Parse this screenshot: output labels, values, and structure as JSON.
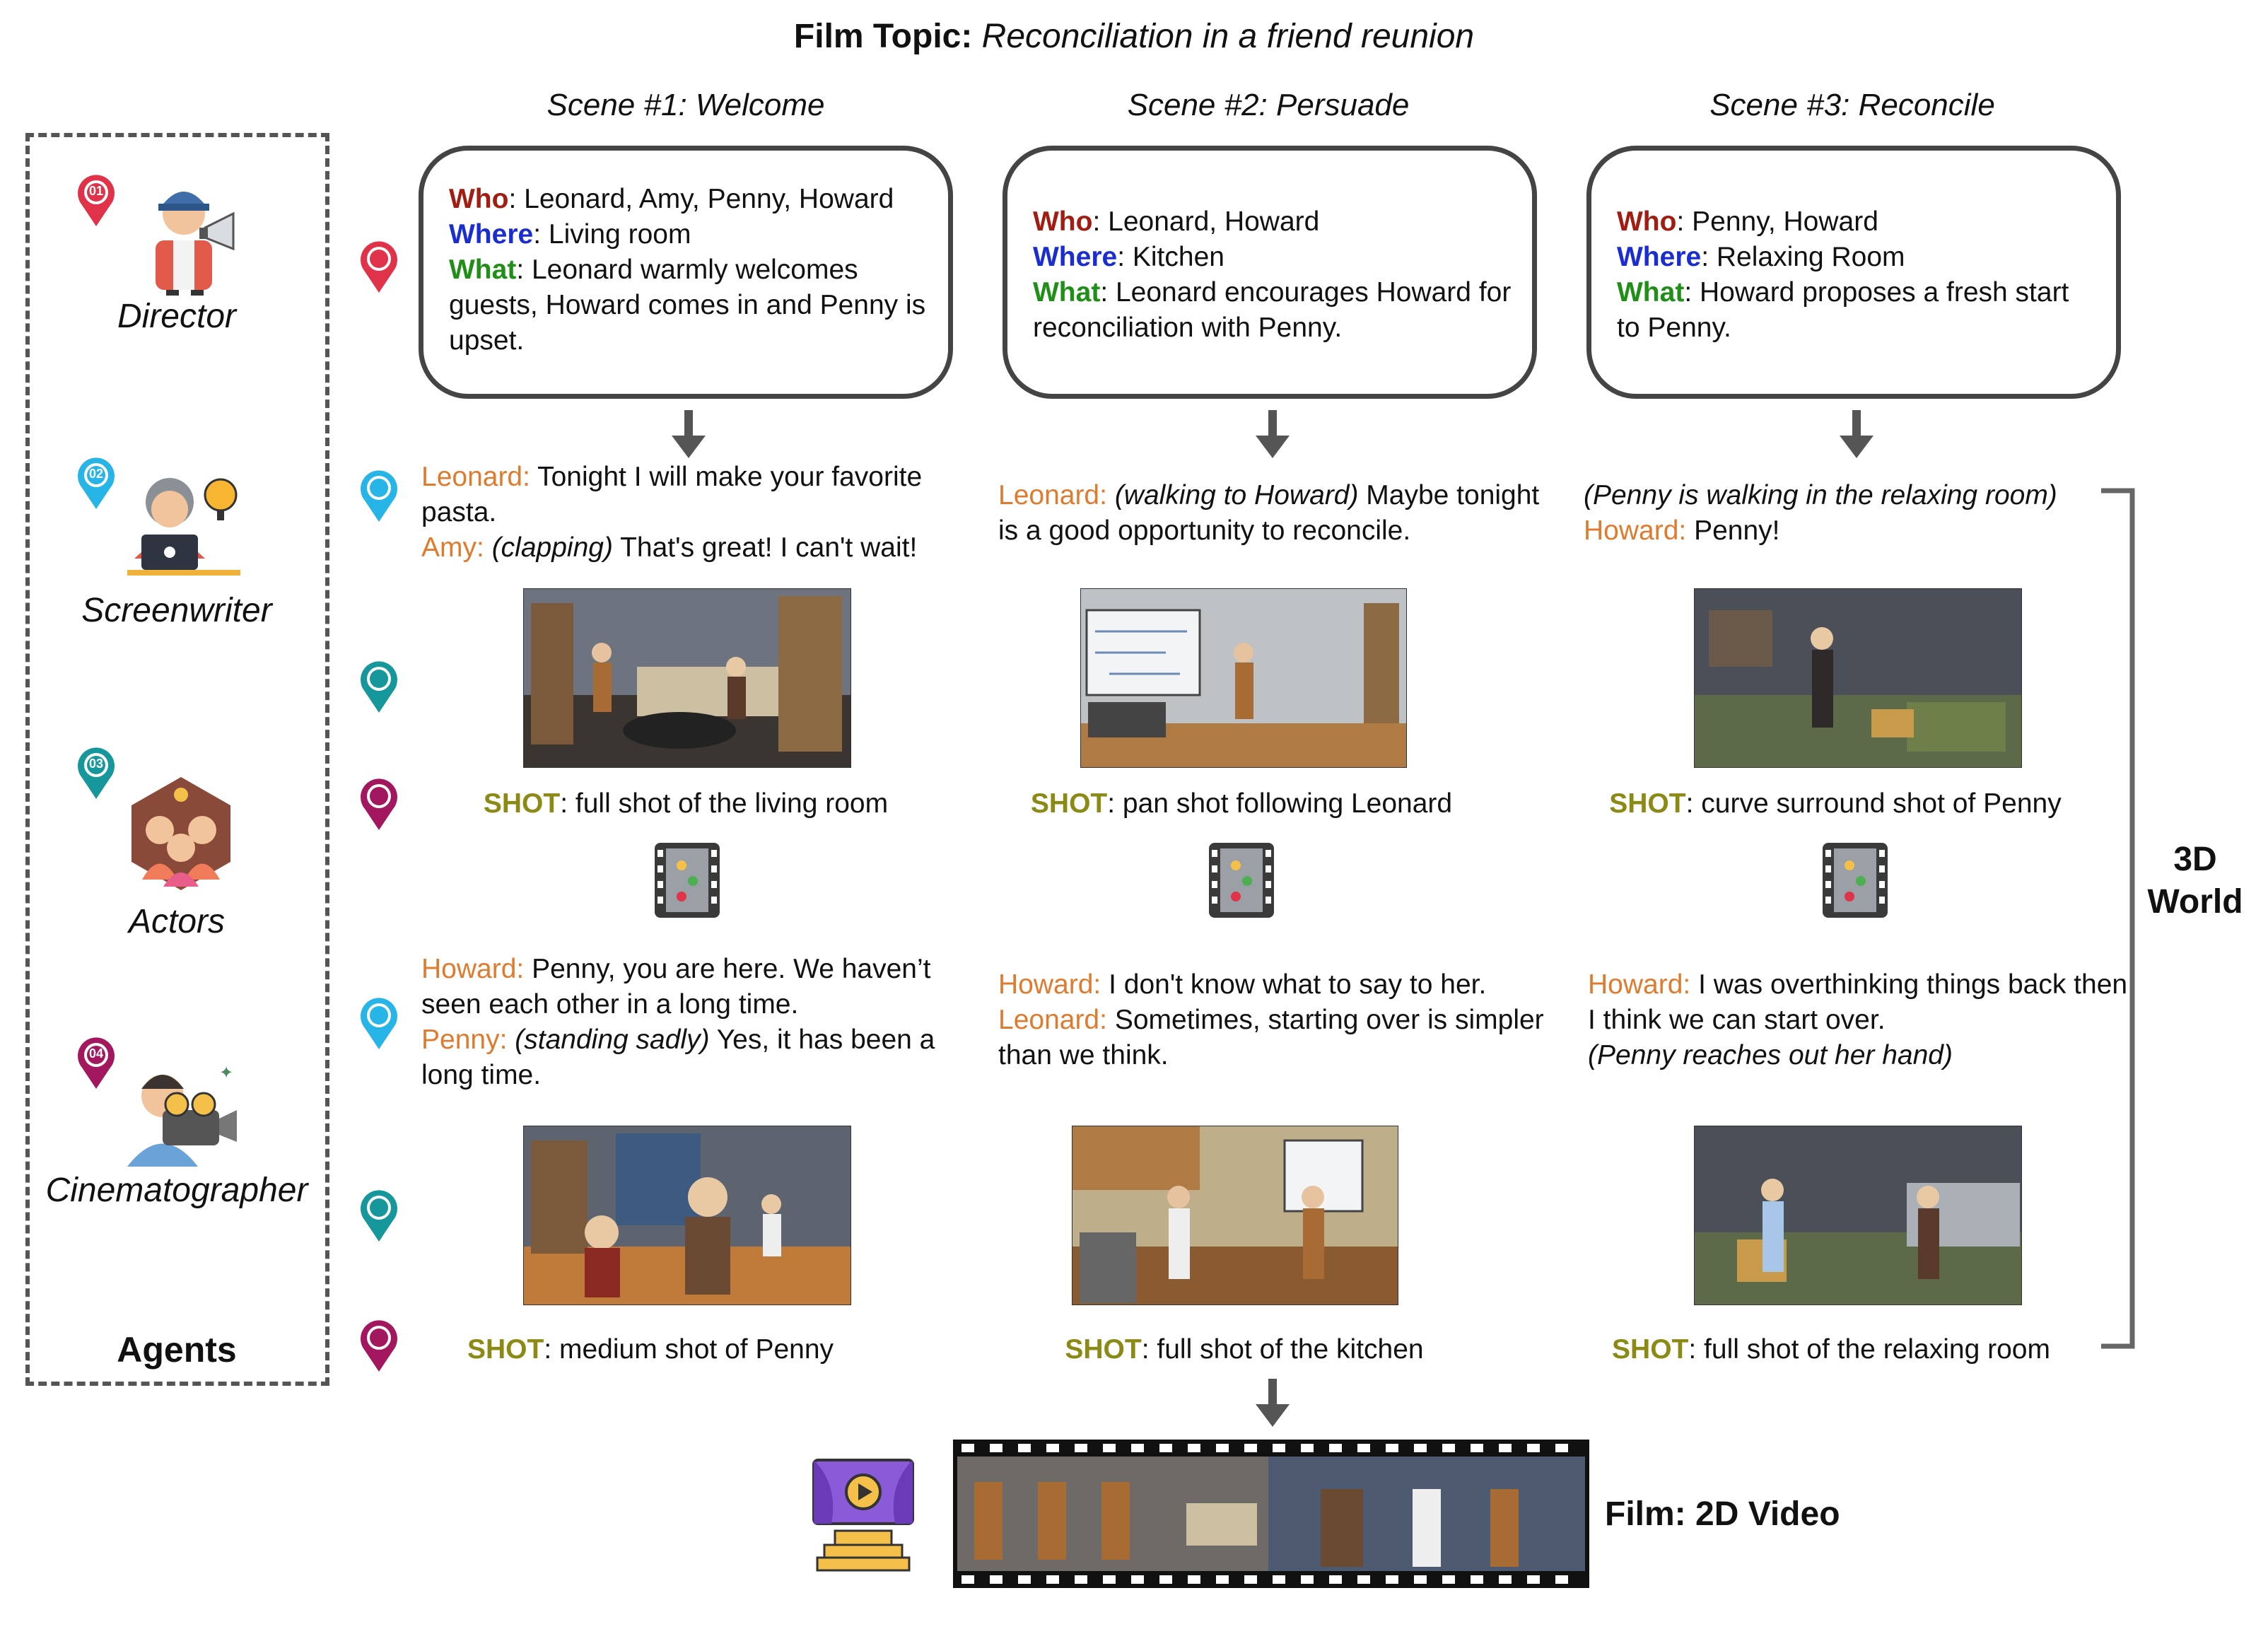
{
  "title": {
    "label": "Film Topic:",
    "topic": "Reconciliation in a friend reunion"
  },
  "agents": {
    "title": "Agents",
    "director": "Director",
    "screenwriter": "Screenwriter",
    "actors": "Actors",
    "cinematographer": "Cinematographer"
  },
  "badges": {
    "b01": "01",
    "b02": "02",
    "b03": "03",
    "b04": "04"
  },
  "badge_colors": {
    "b01": "#e0334a",
    "b02": "#27b4e6",
    "b03": "#16979c",
    "b04": "#a3175e"
  },
  "keys": {
    "who": "Who",
    "where": "Where",
    "what": "What",
    "shot": "SHOT"
  },
  "scenes": [
    {
      "heading": "Scene #1: Welcome",
      "who": "Leonard, Amy, Penny, Howard",
      "where": "Living room",
      "what": "Leonard warmly welcomes guests, Howard comes in and Penny is upset.",
      "d1": [
        {
          "speaker": "Leonard:",
          "action": "",
          "line": "Tonight I will make your favorite pasta."
        },
        {
          "speaker": "Amy:",
          "action": "(clapping)",
          "line": "That's great! I can't wait!"
        }
      ],
      "shot1": "full shot of the living room",
      "d2": [
        {
          "speaker": "Howard:",
          "action": "",
          "line": "Penny, you are here. We haven’t seen each other in a long time."
        },
        {
          "speaker": "Penny:",
          "action": "(standing sadly)",
          "line": "Yes, it has been a long time."
        }
      ],
      "shot2": "medium shot of Penny"
    },
    {
      "heading": "Scene #2: Persuade",
      "who": "Leonard, Howard",
      "where": "Kitchen",
      "what": "Leonard encourages Howard for reconciliation with Penny.",
      "d1": [
        {
          "speaker": "Leonard:",
          "action": "(walking to Howard)",
          "line": "Maybe tonight is a good opportunity to reconcile."
        }
      ],
      "shot1": "pan shot following Leonard",
      "d2": [
        {
          "speaker": "Howard:",
          "action": "",
          "line": "I don't know what to say to her."
        },
        {
          "speaker": "Leonard:",
          "action": "",
          "line": "Sometimes, starting over is simpler than we think."
        }
      ],
      "shot2": "full shot of the kitchen"
    },
    {
      "heading": "Scene #3: Reconcile",
      "who": "Penny, Howard",
      "where": "Relaxing Room",
      "what": "Howard proposes a fresh start to Penny.",
      "d1_stage": "(Penny is walking in the relaxing room)",
      "d1": [
        {
          "speaker": "Howard:",
          "action": "",
          "line": "Penny!"
        }
      ],
      "shot1": "curve surround shot of Penny",
      "d2": [
        {
          "speaker": "Howard:",
          "action": "",
          "line": "I was overthinking things back then, I think we can start over."
        }
      ],
      "d2_stage": "(Penny reaches out her hand)",
      "shot2": "full shot of the relaxing room"
    }
  ],
  "world": {
    "line1": "3D",
    "line2": "World"
  },
  "film": "Film: 2D Video",
  "icons": [
    "director-icon",
    "screenwriter-icon",
    "actors-icon",
    "cinematographer-icon",
    "film-editor-icon",
    "cinema-icon"
  ]
}
